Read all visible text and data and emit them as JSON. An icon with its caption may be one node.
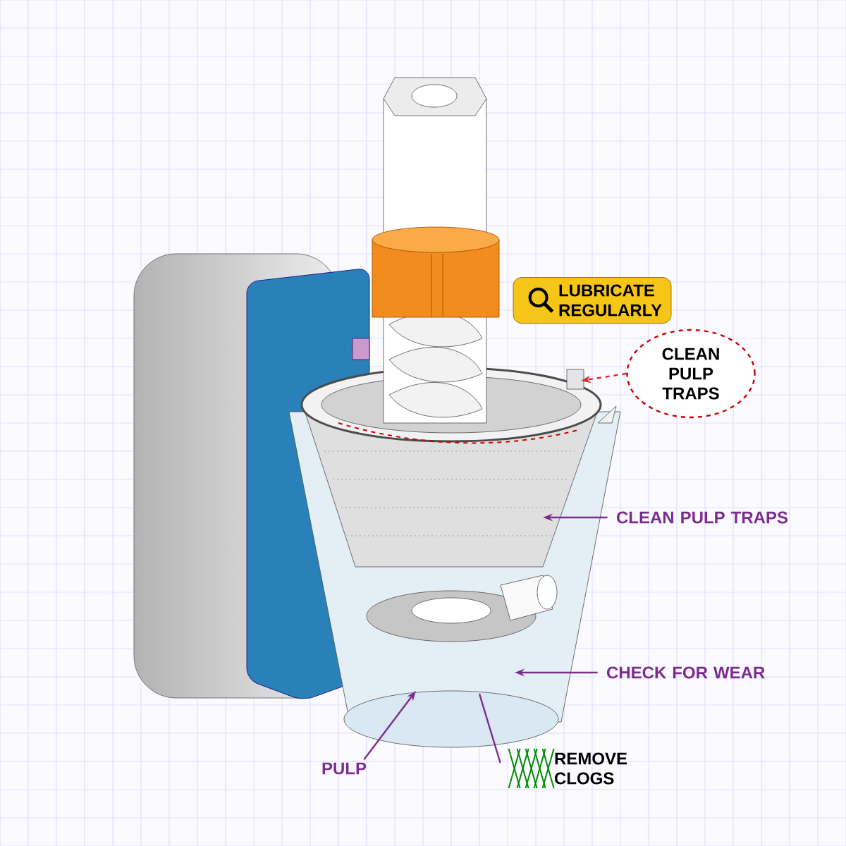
{
  "diagram": {
    "nodes": [
      {
        "text": [
          "LUBRICATE REGULARLY"
        ]
      },
      {
        "text": [
          "CLEAN PULP TRAPS"
        ]
      },
      {
        "text": [
          "CLEAN PULP TRAPS"
        ]
      },
      {
        "text": [
          "CHECK FOR WEAR"
        ]
      },
      {
        "text": [
          "PULP"
        ]
      },
      {
        "text": [
          "REMOVE CLOGS"
        ]
      }
    ],
    "edges": [
      {
        "from": 1,
        "to": null,
        "arrow": "to",
        "style": "dashed",
        "color": "#d62828"
      },
      {
        "from": 2,
        "to": null,
        "arrow": "to"
      },
      {
        "from": 3,
        "to": null,
        "arrow": "to"
      },
      {
        "from": 4,
        "to": null,
        "arrow": "to"
      },
      {
        "from": 5,
        "to": null,
        "arrow": "none"
      }
    ]
  }
}
